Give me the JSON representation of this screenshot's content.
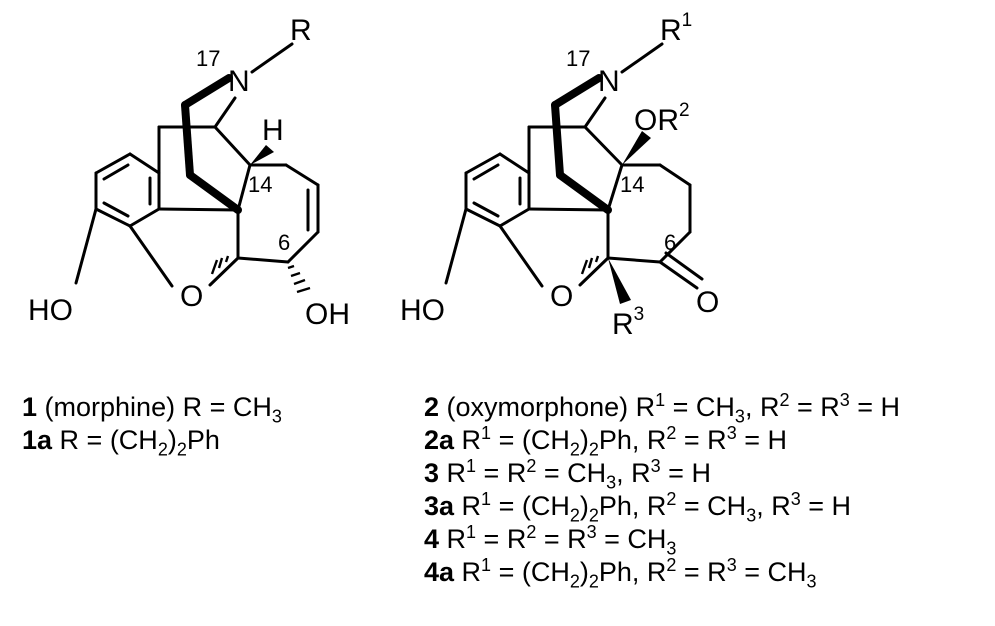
{
  "structure_1": {
    "label_R": "R",
    "label_N": "N",
    "label_H": "H",
    "label_HO": "HO",
    "label_O": "O",
    "label_OH": "OH",
    "num_17": "17",
    "num_14": "14",
    "num_6": "6"
  },
  "structure_2": {
    "label_R": "R",
    "label_R_sup": "1",
    "label_N": "N",
    "label_OR": "OR",
    "label_OR_sup": "2",
    "label_HO": "HO",
    "label_O": "O",
    "label_ketone_O": "O",
    "label_R3": "R",
    "label_R3_sup": "3",
    "num_17": "17",
    "num_14": "14",
    "num_6": "6"
  },
  "captions_left": [
    {
      "bold": "1",
      "parts": [
        " (morphine) R = CH",
        {
          "sub": "3"
        }
      ]
    },
    {
      "bold": "1a",
      "parts": [
        " R = (CH",
        {
          "sub": "2"
        },
        ")",
        {
          "sub": "2"
        },
        "Ph"
      ]
    }
  ],
  "captions_right": [
    {
      "bold": "2",
      "parts": [
        " (oxymorphone) R",
        {
          "sup": "1"
        },
        " = CH",
        {
          "sub": "3"
        },
        ", R",
        {
          "sup": "2"
        },
        " = R",
        {
          "sup": "3"
        },
        " = H"
      ]
    },
    {
      "bold": "2a",
      "parts": [
        " R",
        {
          "sup": "1"
        },
        " = (CH",
        {
          "sub": "2"
        },
        ")",
        {
          "sub": "2"
        },
        "Ph, R",
        {
          "sup": "2"
        },
        " = R",
        {
          "sup": "3"
        },
        " = H"
      ]
    },
    {
      "bold": "3",
      "parts": [
        " R",
        {
          "sup": "1"
        },
        " = R",
        {
          "sup": "2"
        },
        " = CH",
        {
          "sub": "3"
        },
        ", R",
        {
          "sup": "3"
        },
        " = H"
      ]
    },
    {
      "bold": "3a",
      "parts": [
        " R",
        {
          "sup": "1"
        },
        " = (CH",
        {
          "sub": "2"
        },
        ")",
        {
          "sub": "2"
        },
        "Ph, R",
        {
          "sup": "2"
        },
        " = CH",
        {
          "sub": "3"
        },
        ", R",
        {
          "sup": "3"
        },
        " = H"
      ]
    },
    {
      "bold": "4",
      "parts": [
        " R",
        {
          "sup": "1"
        },
        " = R",
        {
          "sup": "2"
        },
        " = R",
        {
          "sup": "3"
        },
        " = CH",
        {
          "sub": "3"
        }
      ]
    },
    {
      "bold": "4a",
      "parts": [
        " R",
        {
          "sup": "1"
        },
        " = (CH",
        {
          "sub": "2"
        },
        ")",
        {
          "sub": "2"
        },
        "Ph, R",
        {
          "sup": "2"
        },
        " = R",
        {
          "sup": "3"
        },
        " = CH",
        {
          "sub": "3"
        }
      ]
    }
  ]
}
